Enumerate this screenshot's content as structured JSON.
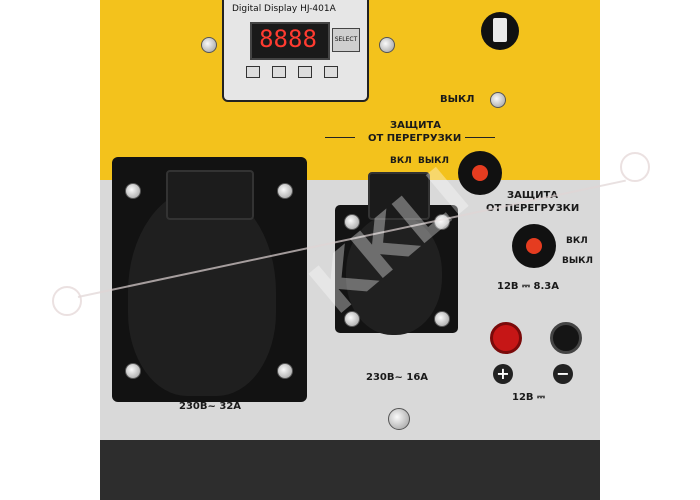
{
  "display": {
    "caption": "Digital Display HJ-401A",
    "digits": "8888",
    "select_label": "SELECT"
  },
  "switch": {
    "off_label": "ВЫКЛ"
  },
  "breaker_main": {
    "title_line1": "ЗАЩИТА",
    "title_line2": "ОТ ПЕРЕГРУЗКИ",
    "on_label": "ВКЛ",
    "off_label": "ВЫКЛ"
  },
  "breaker_dc": {
    "title_line1": "ЗАЩИТА",
    "title_line2": "ОТ ПЕРЕГРУЗКИ",
    "on_label": "ВКЛ",
    "off_label": "ВЫКЛ",
    "rating": "12В ⎓ 8.3А"
  },
  "sockets": {
    "big_label": "230В~ 32А",
    "small_label": "230В~ 16А"
  },
  "dc_output": {
    "plus": "+",
    "minus": "−",
    "label": "12В ⎓"
  },
  "watermark": {
    "text": "KKLI"
  },
  "colors": {
    "frame_yellow": "#f3c21c",
    "panel_grey": "#d9d9d9",
    "socket_black": "#131313",
    "breaker_red": "#e53c20"
  }
}
